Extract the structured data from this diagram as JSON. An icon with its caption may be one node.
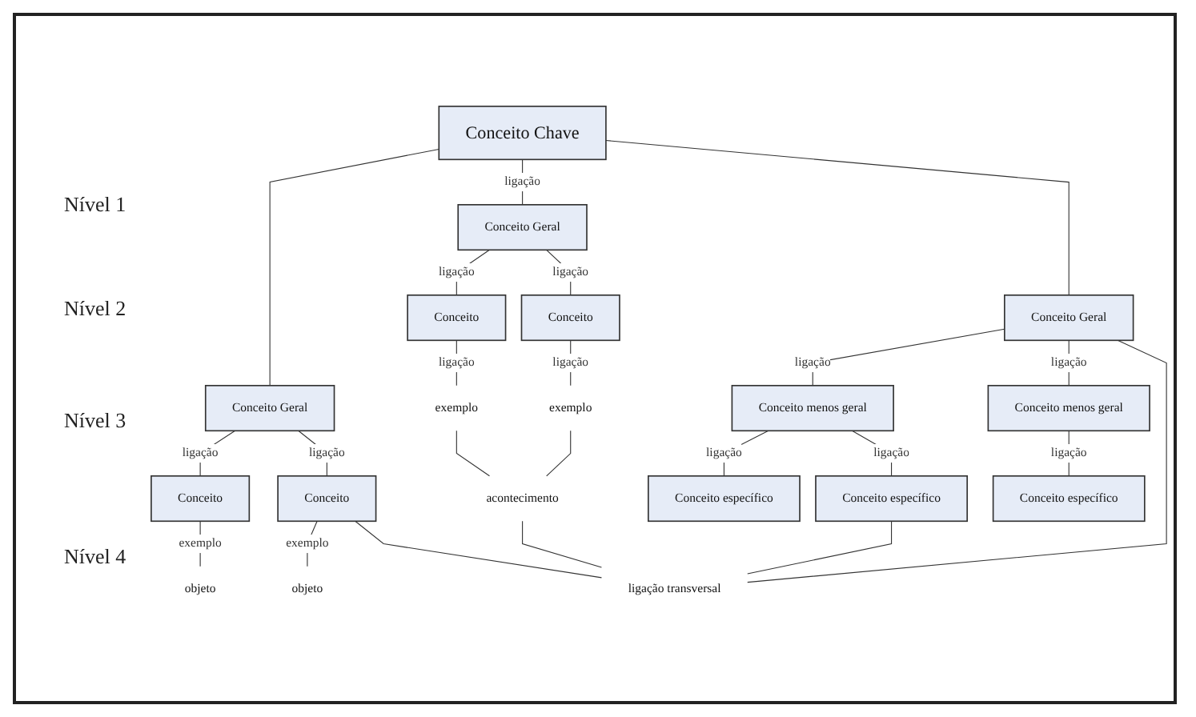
{
  "diagram": {
    "nodes": [
      {
        "text": [
          "Conceito Chave"
        ]
      },
      {
        "text": [
          "Conceito Geral"
        ]
      },
      {
        "text": [
          "Conceito Geral"
        ]
      },
      {
        "text": [
          "Conceito Geral"
        ]
      },
      {
        "text": [
          "Conceito"
        ]
      },
      {
        "text": [
          "Conceito"
        ]
      },
      {
        "text": [
          "Conceito"
        ]
      },
      {
        "text": [
          "Conceito"
        ]
      },
      {
        "text": [
          "Conceito menos geral"
        ]
      },
      {
        "text": [
          "Conceito menos geral"
        ]
      },
      {
        "text": [
          "exemplo"
        ]
      },
      {
        "text": [
          "exemplo"
        ]
      },
      {
        "text": [
          "objeto"
        ]
      },
      {
        "text": [
          "objeto"
        ]
      },
      {
        "text": [
          "acontecimento"
        ]
      },
      {
        "text": [
          "Conceito específico"
        ]
      },
      {
        "text": [
          "Conceito específico"
        ]
      },
      {
        "text": [
          "Conceito específico"
        ]
      },
      {
        "text": [
          "ligação transversal"
        ]
      }
    ],
    "edges": [
      {
        "from": 0,
        "to": 1,
        "arrow": "none"
      },
      {
        "from": 0,
        "to": 2,
        "arrow": "none",
        "label": "ligação"
      },
      {
        "from": 0,
        "to": 3,
        "arrow": "none"
      },
      {
        "from": 1,
        "to": 6,
        "arrow": "none",
        "label": "ligação"
      },
      {
        "from": 1,
        "to": 7,
        "arrow": "none",
        "label": "ligação"
      },
      {
        "from": 2,
        "to": 4,
        "arrow": "none",
        "label": "ligação"
      },
      {
        "from": 2,
        "to": 5,
        "arrow": "none",
        "label": "ligação"
      },
      {
        "from": 3,
        "to": 8,
        "arrow": "none",
        "label": "ligação"
      },
      {
        "from": 3,
        "to": 9,
        "arrow": "none",
        "label": "ligação"
      },
      {
        "from": 3,
        "to": 18,
        "arrow": "none"
      },
      {
        "from": 4,
        "to": 10,
        "arrow": "none",
        "label": "ligação"
      },
      {
        "from": 5,
        "to": 11,
        "arrow": "none",
        "label": "ligação"
      },
      {
        "from": 6,
        "to": 12,
        "arrow": "none",
        "label": "exemplo"
      },
      {
        "from": 7,
        "to": 13,
        "arrow": "none",
        "label": "exemplo"
      },
      {
        "from": 7,
        "to": 18,
        "arrow": "none"
      },
      {
        "from": 10,
        "to": 14,
        "arrow": "none"
      },
      {
        "from": 11,
        "to": 14,
        "arrow": "none"
      },
      {
        "from": 8,
        "to": 15,
        "arrow": "none",
        "label": "ligação"
      },
      {
        "from": 8,
        "to": 16,
        "arrow": "none",
        "label": "ligação"
      },
      {
        "from": 9,
        "to": 17,
        "arrow": "none",
        "label": "ligação"
      },
      {
        "from": 14,
        "to": 18,
        "arrow": "none"
      },
      {
        "from": 16,
        "to": 18,
        "arrow": "none"
      }
    ],
    "labels": [
      "Nível 1",
      "Nível 2",
      "Nível 3",
      "Nível 4"
    ]
  }
}
